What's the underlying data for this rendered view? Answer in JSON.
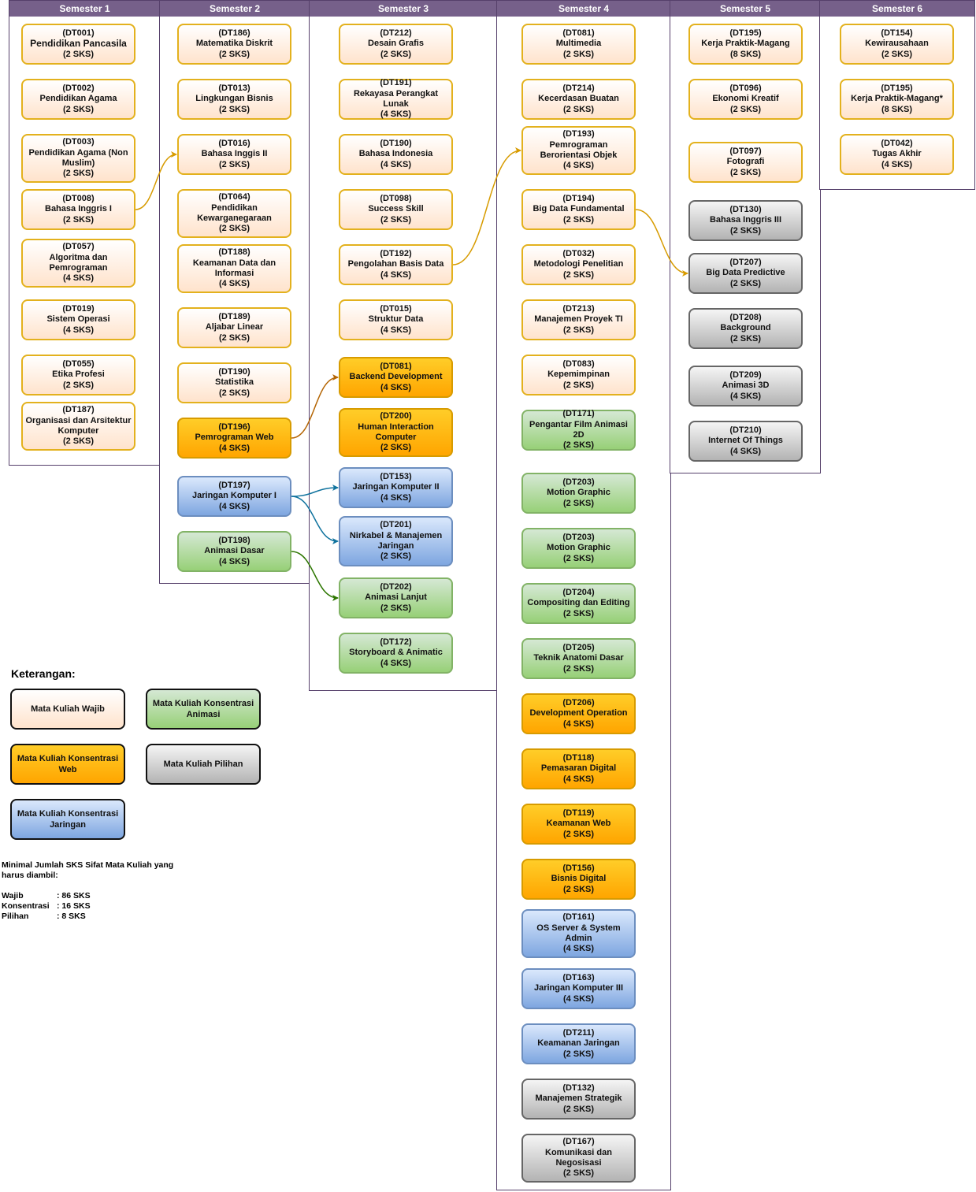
{
  "semesters": [
    {
      "title": "Semester 1",
      "courses": [
        {
          "code": "(DT001)",
          "name": "Pendidikan Pancasila",
          "sks": "(2 SKS)",
          "cat": "wajib",
          "big": true
        },
        {
          "code": "(DT002)",
          "name": "Pendidikan Agama",
          "sks": "(2 SKS)",
          "cat": "wajib"
        },
        {
          "code": "(DT003)",
          "name": "Pendidikan Agama (Non Muslim)",
          "sks": "(2 SKS)",
          "cat": "wajib"
        },
        {
          "code": "(DT008)",
          "name": "Bahasa Inggris I",
          "sks": "(2 SKS)",
          "cat": "wajib"
        },
        {
          "code": "(DT057)",
          "name": "Algoritma dan Pemrograman",
          "sks": "(4 SKS)",
          "cat": "wajib"
        },
        {
          "code": "(DT019)",
          "name": "Sistem Operasi",
          "sks": "(4 SKS)",
          "cat": "wajib"
        },
        {
          "code": "(DT055)",
          "name": "Etika Profesi",
          "sks": "(2 SKS)",
          "cat": "wajib"
        },
        {
          "code": "(DT187)",
          "name": "Organisasi dan Arsitektur Komputer",
          "sks": "(2 SKS)",
          "cat": "wajib"
        }
      ]
    },
    {
      "title": "Semester 2",
      "courses": [
        {
          "code": "(DT186)",
          "name": "Matematika Diskrit",
          "sks": "(2 SKS)",
          "cat": "wajib"
        },
        {
          "code": "(DT013)",
          "name": "Lingkungan Bisnis",
          "sks": "(2 SKS)",
          "cat": "wajib"
        },
        {
          "code": "(DT016)",
          "name": "Bahasa Inggis II",
          "sks": "(2 SKS)",
          "cat": "wajib"
        },
        {
          "code": "(DT064)",
          "name": "Pendidikan Kewarganegaraan",
          "sks": "(2 SKS)",
          "cat": "wajib"
        },
        {
          "code": "(DT188)",
          "name": "Keamanan Data dan Informasi",
          "sks": "(4 SKS)",
          "cat": "wajib"
        },
        {
          "code": "(DT189)",
          "name": "Aljabar Linear",
          "sks": "(2 SKS)",
          "cat": "wajib"
        },
        {
          "code": "(DT190)",
          "name": "Statistika",
          "sks": "(2 SKS)",
          "cat": "wajib"
        },
        {
          "code": "(DT196)",
          "name": "Pemrograman Web",
          "sks": "(4 SKS)",
          "cat": "web"
        },
        {
          "code": "(DT197)",
          "name": "Jaringan Komputer I",
          "sks": "(4 SKS)",
          "cat": "jaringan"
        },
        {
          "code": "(DT198)",
          "name": "Animasi Dasar",
          "sks": "(4 SKS)",
          "cat": "animasi"
        }
      ]
    },
    {
      "title": "Semester 3",
      "courses": [
        {
          "code": "(DT212)",
          "name": "Desain Grafis",
          "sks": "(2 SKS)",
          "cat": "wajib"
        },
        {
          "code": "(DT191)",
          "name": "Rekayasa Perangkat Lunak",
          "sks": "(4 SKS)",
          "cat": "wajib"
        },
        {
          "code": "(DT190)",
          "name": "Bahasa Indonesia",
          "sks": "(4 SKS)",
          "cat": "wajib"
        },
        {
          "code": "(DT098)",
          "name": "Success Skill",
          "sks": "(2 SKS)",
          "cat": "wajib"
        },
        {
          "code": "(DT192)",
          "name": "Pengolahan Basis Data",
          "sks": "(4 SKS)",
          "cat": "wajib"
        },
        {
          "code": "(DT015)",
          "name": "Struktur Data",
          "sks": "(4 SKS)",
          "cat": "wajib"
        },
        {
          "code": "(DT081)",
          "name": "Backend Development",
          "sks": "(4 SKS)",
          "cat": "web"
        },
        {
          "code": "(DT200)",
          "name": "Human Interaction Computer",
          "sks": "(2 SKS)",
          "cat": "web"
        },
        {
          "code": "(DT153)",
          "name": "Jaringan Komputer II",
          "sks": "(4 SKS)",
          "cat": "jaringan"
        },
        {
          "code": "(DT201)",
          "name": "Nirkabel & Manajemen Jaringan",
          "sks": "(2 SKS)",
          "cat": "jaringan"
        },
        {
          "code": "(DT202)",
          "name": "Animasi Lanjut",
          "sks": "(2 SKS)",
          "cat": "animasi"
        },
        {
          "code": "(DT172)",
          "name": "Storyboard & Animatic",
          "sks": "(4 SKS)",
          "cat": "animasi"
        }
      ]
    },
    {
      "title": "Semester 4",
      "courses": [
        {
          "code": "(DT081)",
          "name": "Multimedia",
          "sks": "(2 SKS)",
          "cat": "wajib"
        },
        {
          "code": "(DT214)",
          "name": "Kecerdasan Buatan",
          "sks": "(2 SKS)",
          "cat": "wajib"
        },
        {
          "code": "(DT193)",
          "name": "Pemrograman Berorientasi Objek",
          "sks": "(4 SKS)",
          "cat": "wajib"
        },
        {
          "code": "(DT194)",
          "name": "Big Data Fundamental",
          "sks": "(2 SKS)",
          "cat": "wajib"
        },
        {
          "code": "(DT032)",
          "name": "Metodologi Penelitian",
          "sks": "(2 SKS)",
          "cat": "wajib"
        },
        {
          "code": "(DT213)",
          "name": "Manajemen Proyek TI",
          "sks": "(2 SKS)",
          "cat": "wajib"
        },
        {
          "code": "(DT083)",
          "name": "Kepemimpinan",
          "sks": "(2 SKS)",
          "cat": "wajib"
        },
        {
          "code": "(DT171)",
          "name": "Pengantar Film Animasi 2D",
          "sks": "(2 SKS)",
          "cat": "animasi"
        },
        {
          "code": "(DT203)",
          "name": "Motion Graphic",
          "sks": "(2 SKS)",
          "cat": "animasi"
        },
        {
          "code": "(DT203)",
          "name": "Motion Graphic",
          "sks": "(2 SKS)",
          "cat": "animasi"
        },
        {
          "code": "(DT204)",
          "name": "Compositing dan Editing",
          "sks": "(2 SKS)",
          "cat": "animasi"
        },
        {
          "code": "(DT205)",
          "name": "Teknik Anatomi Dasar",
          "sks": "(2 SKS)",
          "cat": "animasi"
        },
        {
          "code": "(DT206)",
          "name": "Development Operation",
          "sks": "(4 SKS)",
          "cat": "web"
        },
        {
          "code": "(DT118)",
          "name": "Pemasaran Digital",
          "sks": "(4 SKS)",
          "cat": "web"
        },
        {
          "code": "(DT119)",
          "name": "Keamanan Web",
          "sks": "(2 SKS)",
          "cat": "web"
        },
        {
          "code": "(DT156)",
          "name": "Bisnis Digital",
          "sks": "(2 SKS)",
          "cat": "web"
        },
        {
          "code": "(DT161)",
          "name": "OS Server & System Admin",
          "sks": "(4 SKS)",
          "cat": "jaringan"
        },
        {
          "code": "(DT163)",
          "name": "Jaringan Komputer III",
          "sks": "(4 SKS)",
          "cat": "jaringan"
        },
        {
          "code": "(DT211)",
          "name": "Keamanan Jaringan",
          "sks": "(2 SKS)",
          "cat": "jaringan"
        },
        {
          "code": "(DT132)",
          "name": "Manajemen Strategik",
          "sks": "(2 SKS)",
          "cat": "pilihan"
        },
        {
          "code": "(DT167)",
          "name": "Komunikasi dan Negosisasi",
          "sks": "(2 SKS)",
          "cat": "pilihan"
        }
      ]
    },
    {
      "title": "Semester 5",
      "courses": [
        {
          "code": "(DT195)",
          "name": "Kerja Praktik-Magang",
          "sks": "(8 SKS)",
          "cat": "wajib"
        },
        {
          "code": "(DT096)",
          "name": "Ekonomi Kreatif",
          "sks": "(2 SKS)",
          "cat": "wajib"
        },
        {
          "code": "(DT097)",
          "name": "Fotografi",
          "sks": "(2 SKS)",
          "cat": "wajib"
        },
        {
          "code": "(DT130)",
          "name": "Bahasa Inggris III",
          "sks": "(2 SKS)",
          "cat": "pilihan"
        },
        {
          "code": "(DT207)",
          "name": "Big Data Predictive",
          "sks": "(2 SKS)",
          "cat": "pilihan"
        },
        {
          "code": "(DT208)",
          "name": "Background",
          "sks": "(2 SKS)",
          "cat": "pilihan"
        },
        {
          "code": "(DT209)",
          "name": "Animasi 3D",
          "sks": "(4 SKS)",
          "cat": "pilihan"
        },
        {
          "code": "(DT210)",
          "name": "Internet Of Things",
          "sks": "(4 SKS)",
          "cat": "pilihan"
        }
      ]
    },
    {
      "title": "Semester 6",
      "courses": [
        {
          "code": "(DT154)",
          "name": "Kewirausahaan",
          "sks": "(2 SKS)",
          "cat": "wajib"
        },
        {
          "code": "(DT195)",
          "name": "Kerja Praktik-Magang*",
          "sks": "(8 SKS)",
          "cat": "wajib"
        },
        {
          "code": "(DT042)",
          "name": "Tugas Akhir",
          "sks": "(4 SKS)",
          "cat": "wajib"
        }
      ]
    }
  ],
  "prerequisites": [
    {
      "from": "(DT008) Bahasa Inggris I",
      "to": "(DT016) Bahasa Inggis II",
      "color": "#d79b00"
    },
    {
      "from": "(DT196) Pemrograman Web",
      "to": "(DT081) Backend Development",
      "color": "#b46504"
    },
    {
      "from": "(DT197) Jaringan Komputer I",
      "to": "(DT153) Jaringan Komputer II",
      "color": "#10739e"
    },
    {
      "from": "(DT197) Jaringan Komputer I",
      "to": "(DT201) Nirkabel & Manajemen Jaringan",
      "color": "#10739e"
    },
    {
      "from": "(DT198) Animasi Dasar",
      "to": "(DT202) Animasi Lanjut",
      "color": "#2d7600"
    },
    {
      "from": "(DT192) Pengolahan Basis Data",
      "to": "(DT193) Pemrograman Berorientasi Objek",
      "color": "#d79b00"
    },
    {
      "from": "(DT194) Big Data Fundamental",
      "to": "(DT207) Big Data Predictive",
      "color": "#d79b00"
    }
  ],
  "legend": {
    "title": "Keterangan:",
    "items": [
      {
        "label": "Mata Kuliah Wajib",
        "cat": "wajib"
      },
      {
        "label": "Mata Kuliah Konsentrasi Animasi",
        "cat": "animasi"
      },
      {
        "label": "Mata Kuliah Konsentrasi Web",
        "cat": "web"
      },
      {
        "label": "Mata Kuliah Pilihan",
        "cat": "pilihan"
      },
      {
        "label": "Mata Kuliah Konsentrasi Jaringan",
        "cat": "jaringan"
      }
    ]
  },
  "note": {
    "heading": "Minimal Jumlah SKS Sifat Mata Kuliah yang harus diambil:",
    "rows": [
      {
        "k": "Wajib",
        "v": ": 86 SKS"
      },
      {
        "k": "Konsentrasi",
        "v": ": 16 SKS"
      },
      {
        "k": "Pilihan",
        "v": ": 8 SKS"
      }
    ]
  }
}
